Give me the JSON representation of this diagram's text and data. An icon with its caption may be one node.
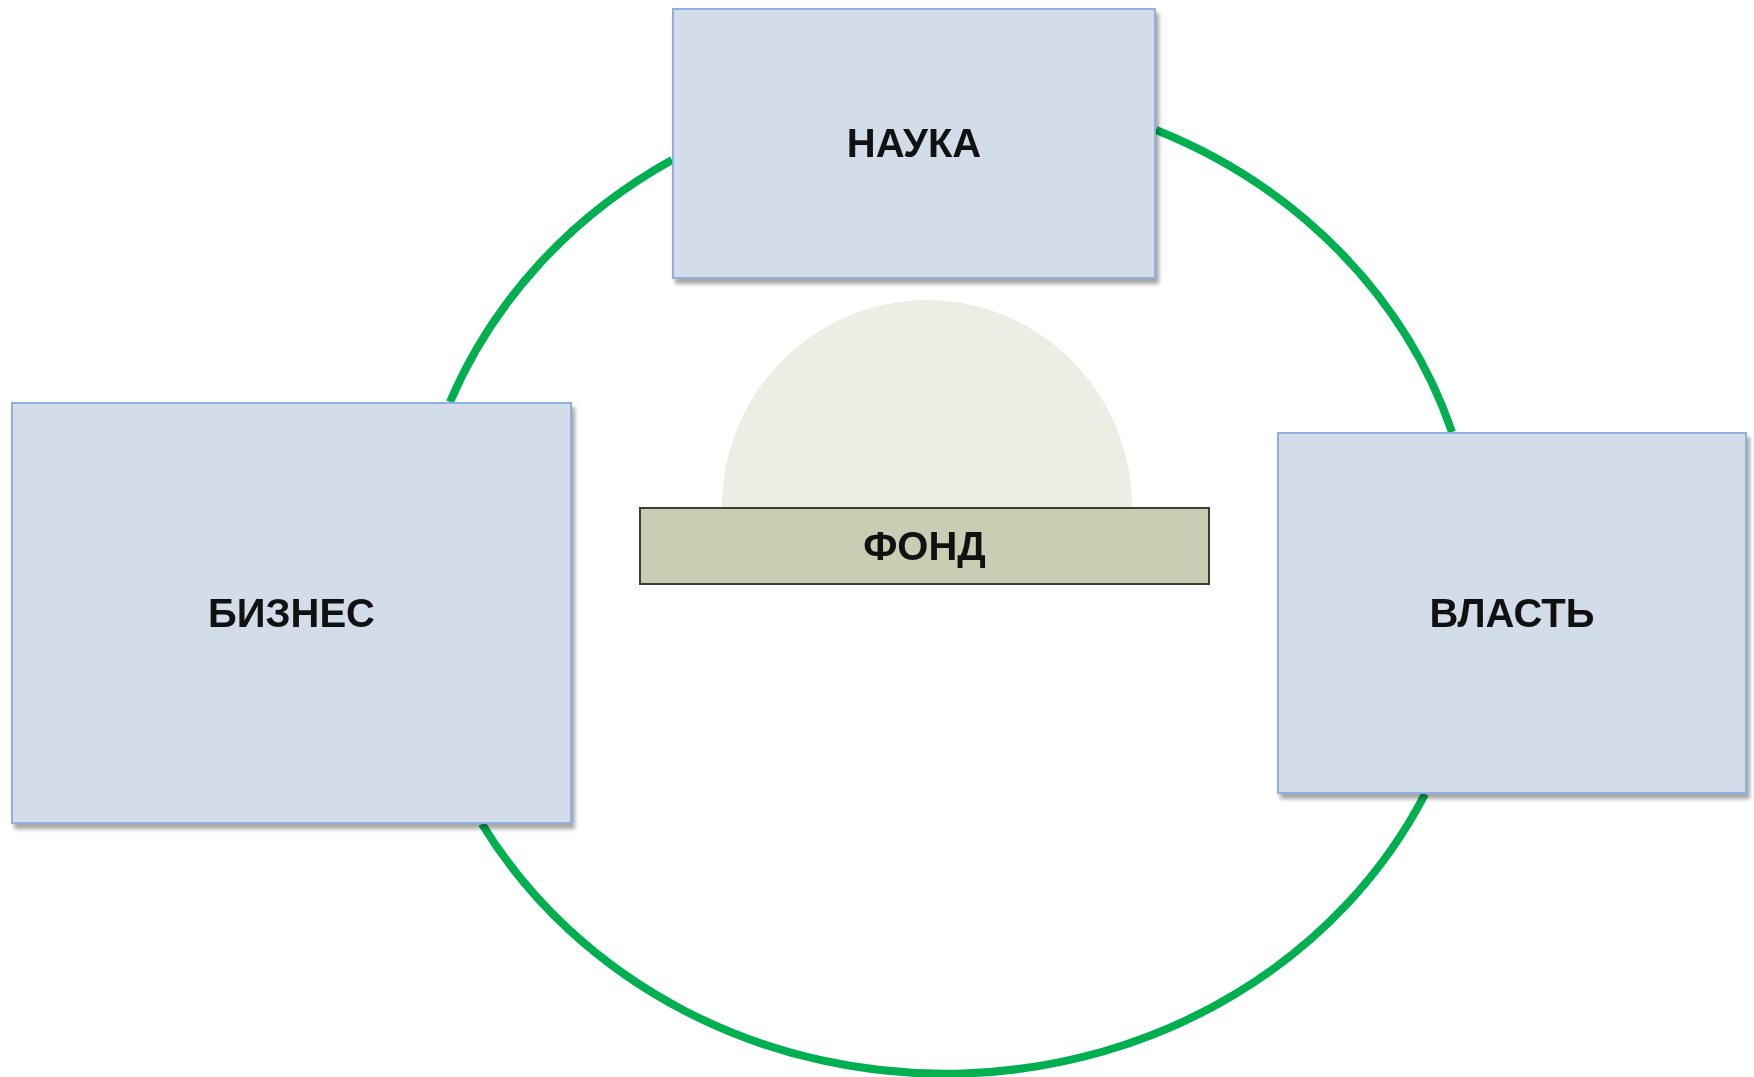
{
  "diagram": {
    "nodes": [
      {
        "text": [
          "НАУКА"
        ]
      },
      {
        "text": [
          "БИЗНЕС"
        ]
      },
      {
        "text": [
          "ВЛАСТЬ"
        ]
      },
      {
        "text": [],
        "shape": "circle"
      },
      {
        "text": [
          "ФОНД"
        ]
      }
    ],
    "edges": [
      {
        "from": 0,
        "to": 2,
        "arrow": "none"
      },
      {
        "from": 2,
        "to": 1,
        "arrow": "none"
      },
      {
        "from": 1,
        "to": 0,
        "arrow": "none"
      }
    ]
  }
}
